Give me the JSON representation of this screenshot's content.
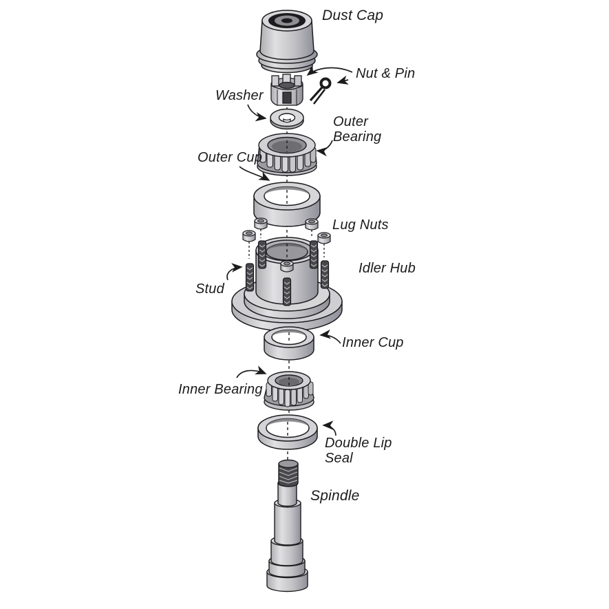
{
  "diagram": {
    "kind": "exploded-parts-diagram",
    "parts": [
      {
        "id": "dust-cap",
        "label": "Dust Cap"
      },
      {
        "id": "nut-pin",
        "label": "Nut & Pin"
      },
      {
        "id": "washer",
        "label": "Washer"
      },
      {
        "id": "outer-bearing",
        "label": "Outer Bearing",
        "lines": [
          "Outer",
          "Bearing"
        ]
      },
      {
        "id": "outer-cup",
        "label": "Outer Cup"
      },
      {
        "id": "lug-nuts",
        "label": "Lug Nuts"
      },
      {
        "id": "idler-hub",
        "label": "Idler Hub"
      },
      {
        "id": "stud",
        "label": "Stud"
      },
      {
        "id": "inner-cup",
        "label": "Inner Cup"
      },
      {
        "id": "inner-bearing",
        "label": "Inner Bearing"
      },
      {
        "id": "double-lip-seal",
        "label": "Double Lip Seal",
        "lines": [
          "Double Lip",
          "Seal"
        ]
      },
      {
        "id": "spindle",
        "label": "Spindle"
      }
    ],
    "colors": {
      "background": "#ffffff",
      "outline": "#1c1c1e",
      "text": "#1b1b1d",
      "part_light": "#d6d6d8",
      "part_mid": "#a8a8ac",
      "part_dark": "#6e6e72",
      "thread_dark": "#48484c"
    }
  }
}
